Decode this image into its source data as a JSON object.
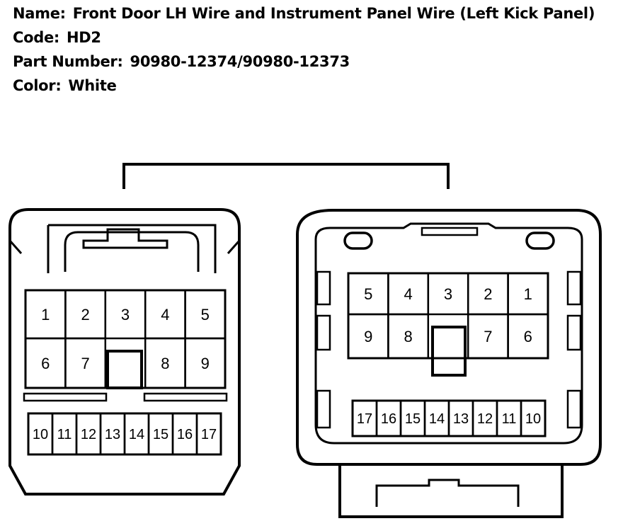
{
  "info": {
    "name_label": "Name:",
    "name_value": "Front Door LH Wire and Instrument Panel Wire (Left Kick Panel)",
    "code_label": "Code:",
    "code_value": "HD2",
    "part_label": "Part Number:",
    "part_value": "90980-12374/90980-12373",
    "color_label": "Color:",
    "color_value": "White"
  },
  "left_connector": {
    "upper_row1": [
      "1",
      "2",
      "3",
      "4",
      "5"
    ],
    "upper_row2": [
      "6",
      "7",
      "8",
      "9"
    ],
    "lower_row": [
      "10",
      "11",
      "12",
      "13",
      "14",
      "15",
      "16",
      "17"
    ]
  },
  "right_connector": {
    "upper_row1": [
      "5",
      "4",
      "3",
      "2",
      "1"
    ],
    "upper_row2": [
      "9",
      "8",
      "7",
      "6"
    ],
    "lower_row": [
      "17",
      "16",
      "15",
      "14",
      "13",
      "12",
      "11",
      "10"
    ]
  },
  "colors": {
    "line": "#000000",
    "background": "#ffffff"
  }
}
